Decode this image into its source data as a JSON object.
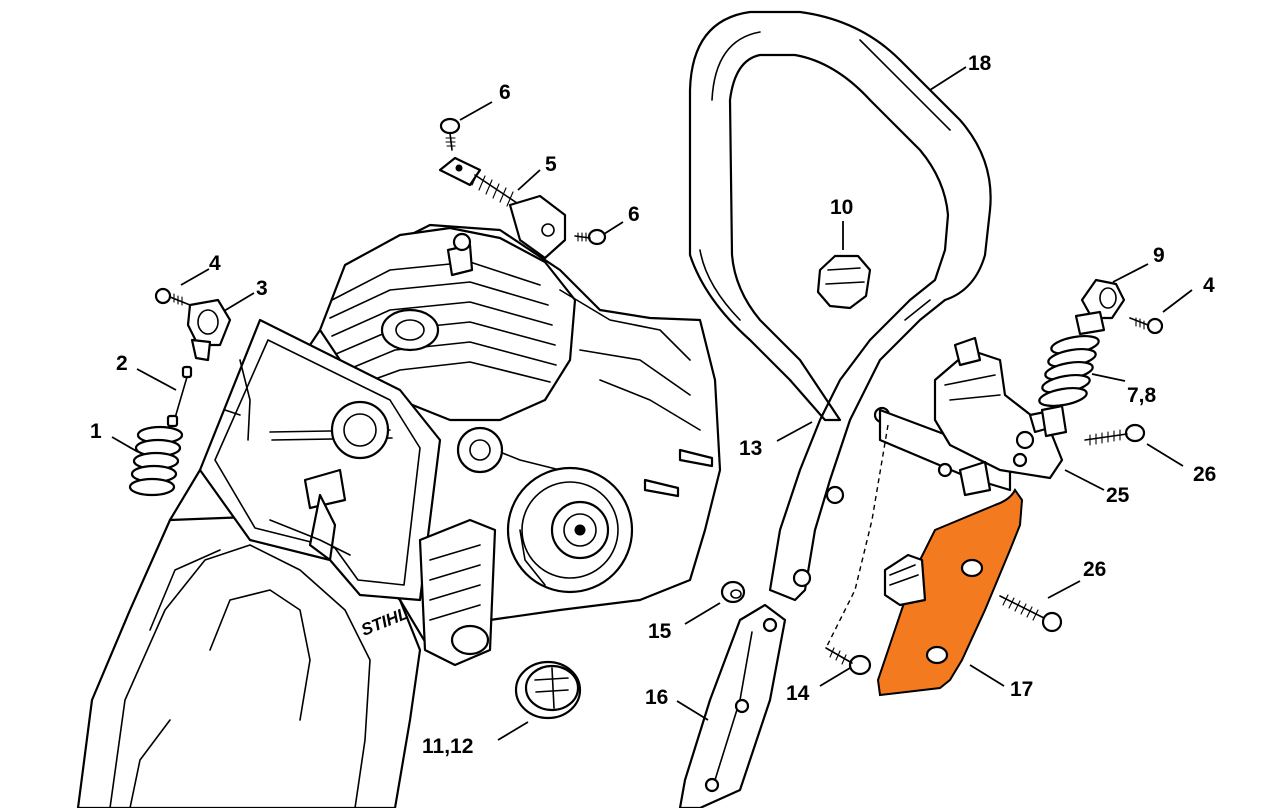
{
  "diagram": {
    "highlight_color": "#f47a20",
    "line_color": "#000000",
    "background": "#ffffff",
    "brand_logo": "STIHL",
    "callouts": {
      "c1": "1",
      "c2": "2",
      "c3": "3",
      "c4a": "4",
      "c4b": "4",
      "c5": "5",
      "c6a": "6",
      "c6b": "6",
      "c78": "7,8",
      "c9": "9",
      "c10": "10",
      "c1112": "11,12",
      "c13": "13",
      "c14": "14",
      "c15": "15",
      "c16": "16",
      "c17": "17",
      "c18": "18",
      "c25": "25",
      "c26a": "26",
      "c26b": "26"
    }
  }
}
